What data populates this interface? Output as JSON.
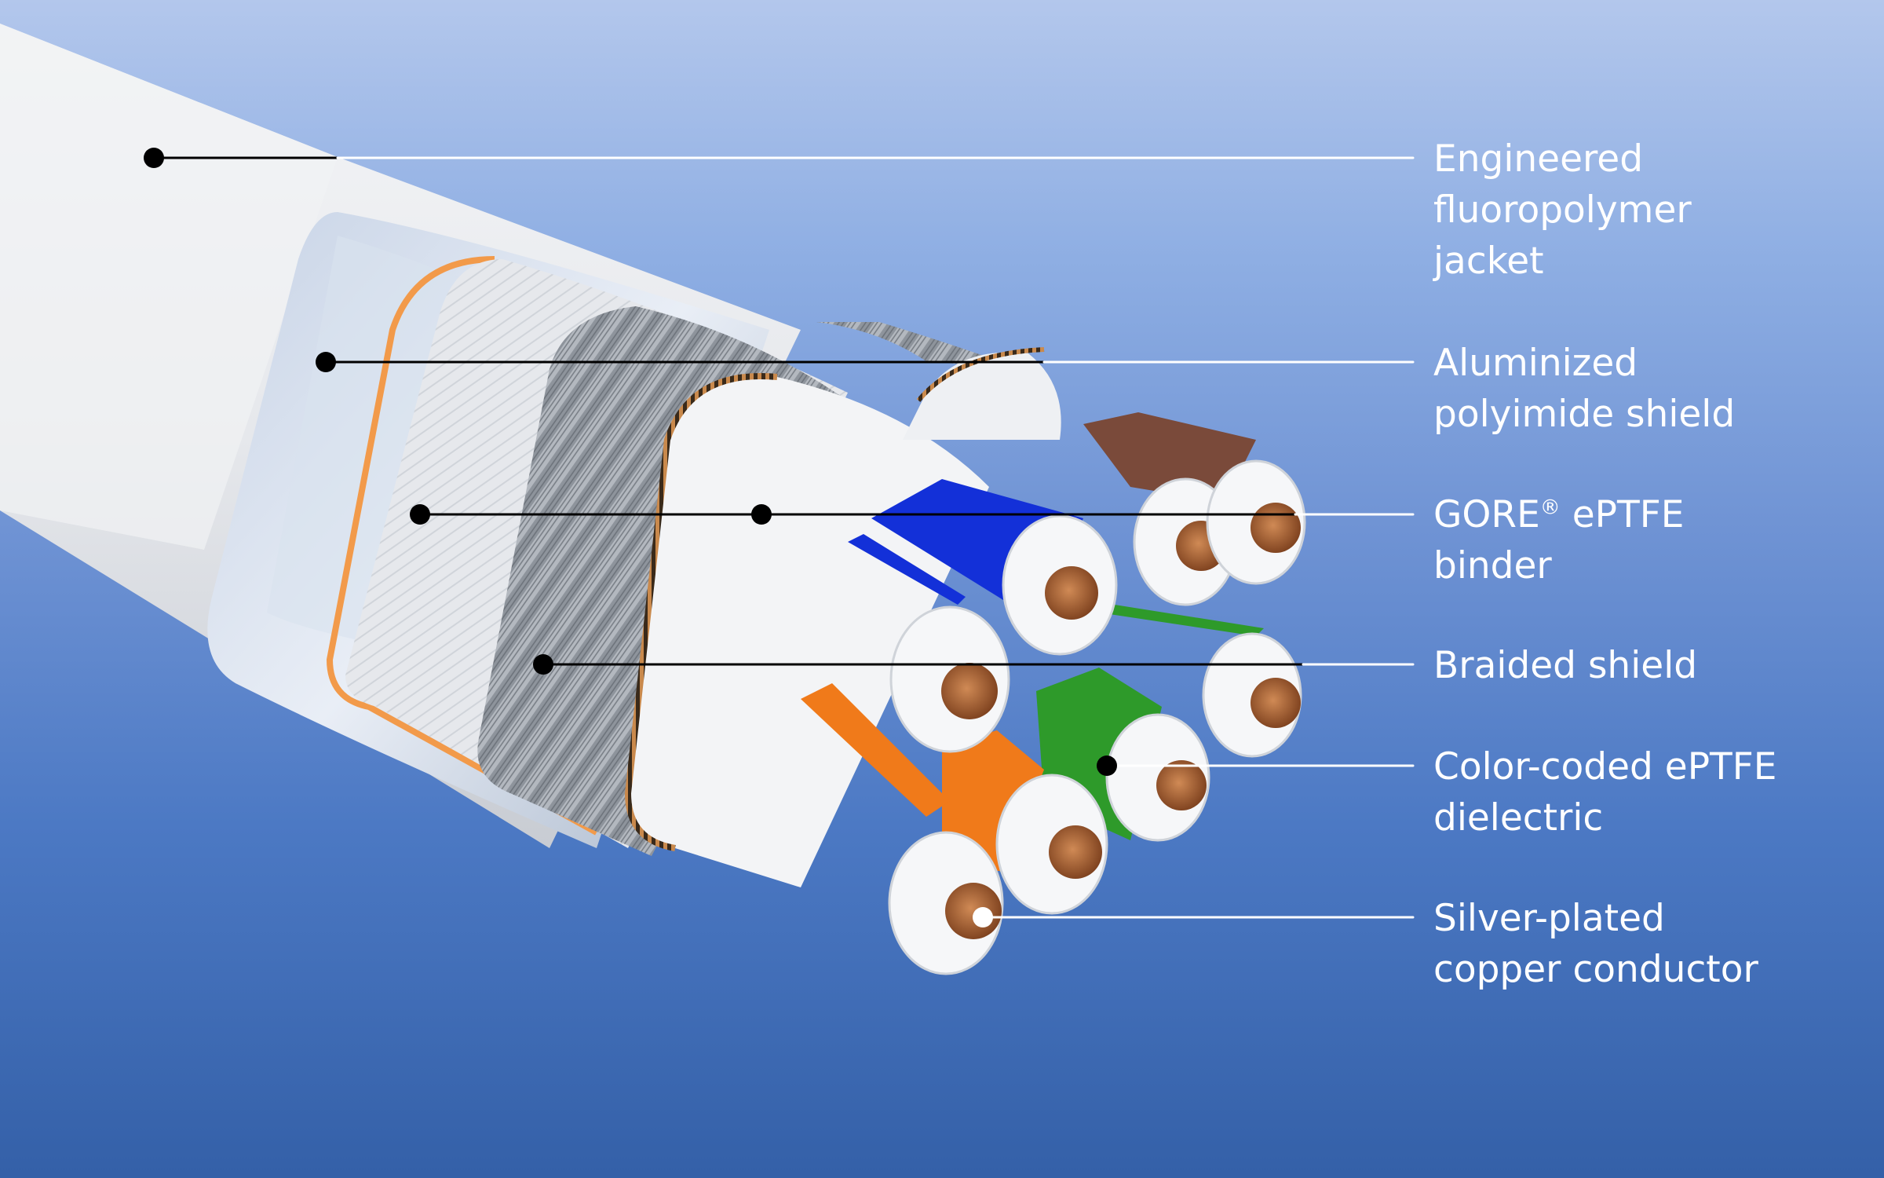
{
  "labels": [
    {
      "id": "jacket",
      "lines": [
        "Engineered",
        "fluoropolymer",
        "jacket"
      ]
    },
    {
      "id": "aluminized",
      "lines": [
        "Aluminized",
        "polyimide shield"
      ]
    },
    {
      "id": "binder",
      "lines": [
        "GORE",
        "®",
        " ePTFE",
        "binder"
      ]
    },
    {
      "id": "braided",
      "lines": [
        "Braided shield"
      ]
    },
    {
      "id": "dielectric",
      "lines": [
        "Color-coded ePTFE",
        "dielectric"
      ]
    },
    {
      "id": "conductor",
      "lines": [
        "Silver-plated",
        "copper conductor"
      ]
    }
  ],
  "colors": {
    "bg_top": "#b3c7ec",
    "bg_bottom": "#3460a8",
    "jacket": "#e9ebee",
    "braid": "#9aa0a8",
    "copper": "#b8683a",
    "blue_dielectric": "#1330d8",
    "brown_dielectric": "#7a4a3a",
    "green_dielectric": "#2e9a2a",
    "orange_dielectric": "#f07a1a"
  }
}
